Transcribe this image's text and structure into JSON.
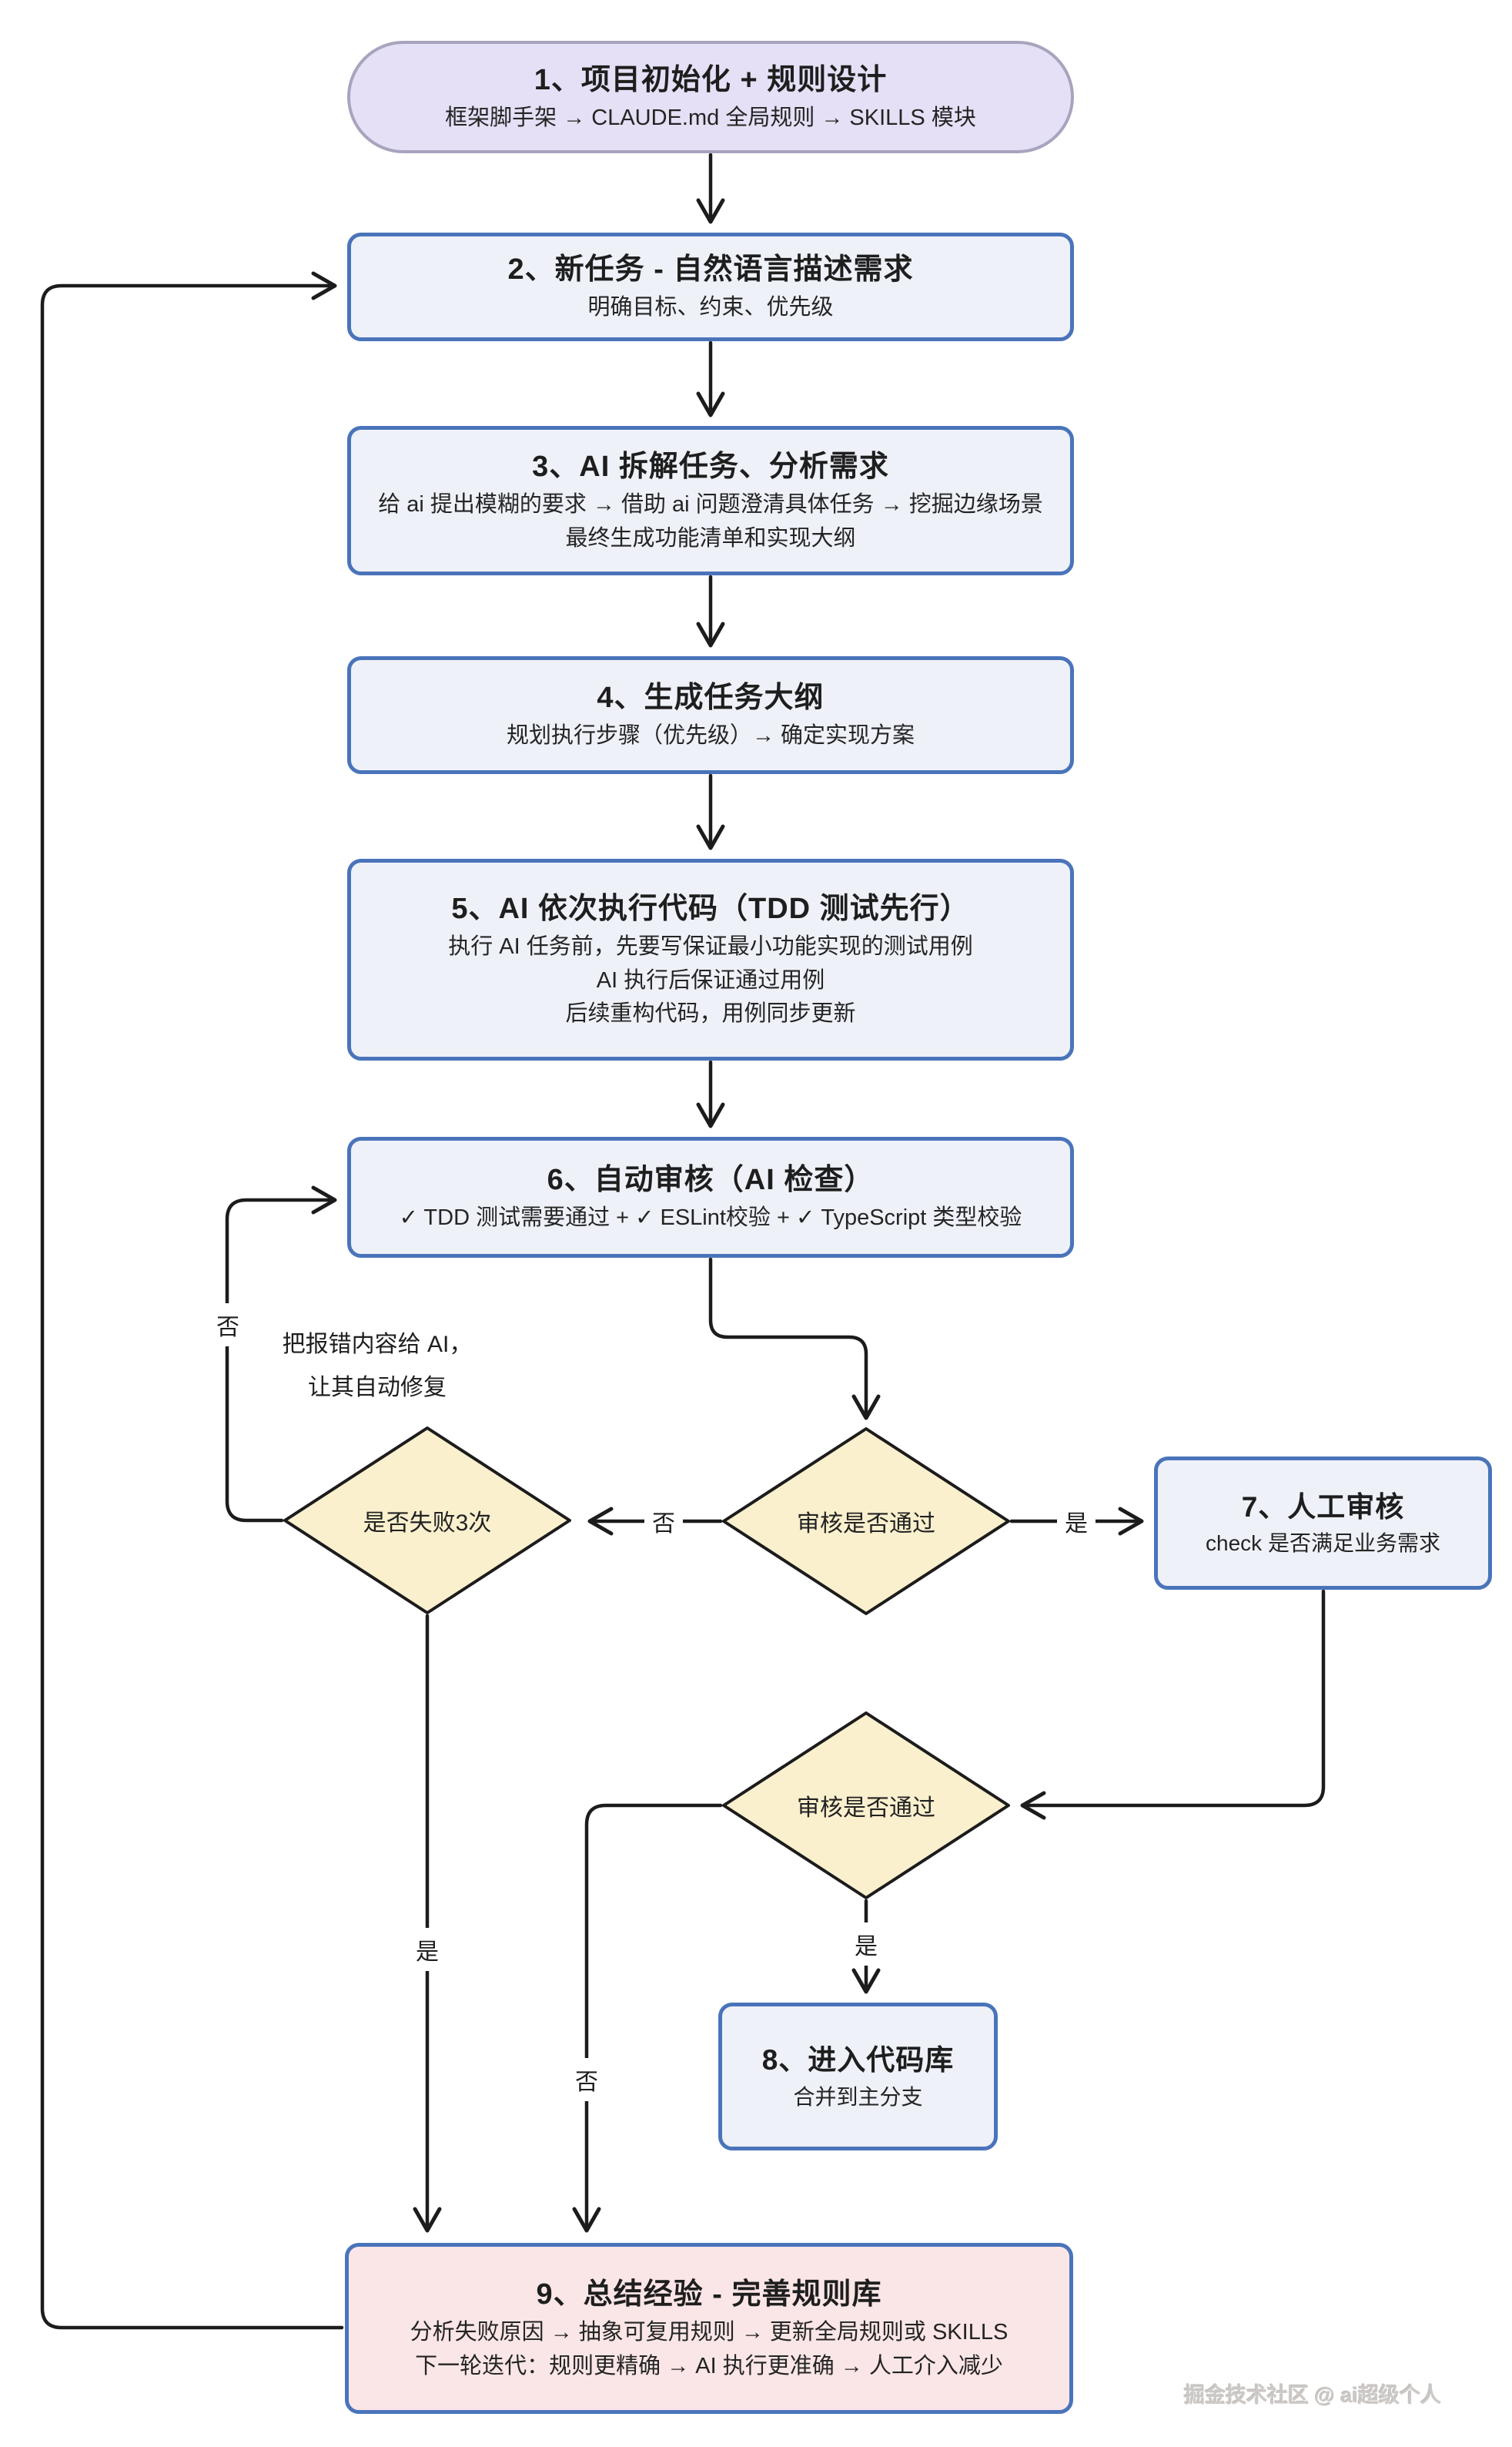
{
  "colors": {
    "process_fill": "#EEF1F8",
    "process_border": "#4A74BA",
    "start_fill": "#E5E0F5",
    "start_border": "#A8A4BE",
    "decision_fill": "#FAF0CE",
    "decision_border": "#1C1C1C",
    "summary_fill": "#FBE6E7",
    "line": "#1C1C1C"
  },
  "nodes": {
    "step1": {
      "title": "1、项目初始化 + 规则设计",
      "lines": [
        "框架脚手架 → CLAUDE.md 全局规则 → SKILLS 模块"
      ]
    },
    "step2": {
      "title": "2、新任务 - 自然语言描述需求",
      "lines": [
        "明确目标、约束、优先级"
      ]
    },
    "step3": {
      "title": "3、AI 拆解任务、分析需求",
      "lines": [
        "给 ai 提出模糊的要求 → 借助 ai 问题澄清具体任务 → 挖掘边缘场景",
        "最终生成功能清单和实现大纲"
      ]
    },
    "step4": {
      "title": "4、生成任务大纲",
      "lines": [
        "规划执行步骤（优先级）→ 确定实现方案"
      ]
    },
    "step5": {
      "title": "5、AI 依次执行代码（TDD 测试先行）",
      "lines": [
        "执行 AI 任务前，先要写保证最小功能实现的测试用例",
        "AI 执行后保证通过用例",
        "后续重构代码，用例同步更新"
      ]
    },
    "step6": {
      "title": "6、自动审核（AI 检查）",
      "lines": [
        "✓ TDD 测试需要通过 + ✓ ESLint校验 + ✓ TypeScript 类型校验"
      ]
    },
    "step7": {
      "title": "7、人工审核",
      "lines": [
        "check 是否满足业务需求"
      ]
    },
    "step8": {
      "title": "8、进入代码库",
      "lines": [
        "合并到主分支"
      ]
    },
    "step9": {
      "title": "9、总结经验 - 完善规则库",
      "lines": [
        "分析失败原因 → 抽象可复用规则 → 更新全局规则或 SKILLS",
        "下一轮迭代：规则更精确 → AI 执行更准确 → 人工介入减少"
      ]
    }
  },
  "decisions": {
    "fail3": "是否失败3次",
    "review_auto": "审核是否通过",
    "review_human": "审核是否通过"
  },
  "edge_labels": {
    "no_loop_to_ai_check": "否",
    "no_auto_review": "否",
    "yes_to_human_review": "是",
    "yes_failed_3_times": "是",
    "no_human_review": "否",
    "yes_merge": "是"
  },
  "annotation": {
    "line1": "把报错内容给 AI，",
    "line2": "让其自动修复"
  },
  "watermark": "掘金技术社区 @ ai超级个人"
}
